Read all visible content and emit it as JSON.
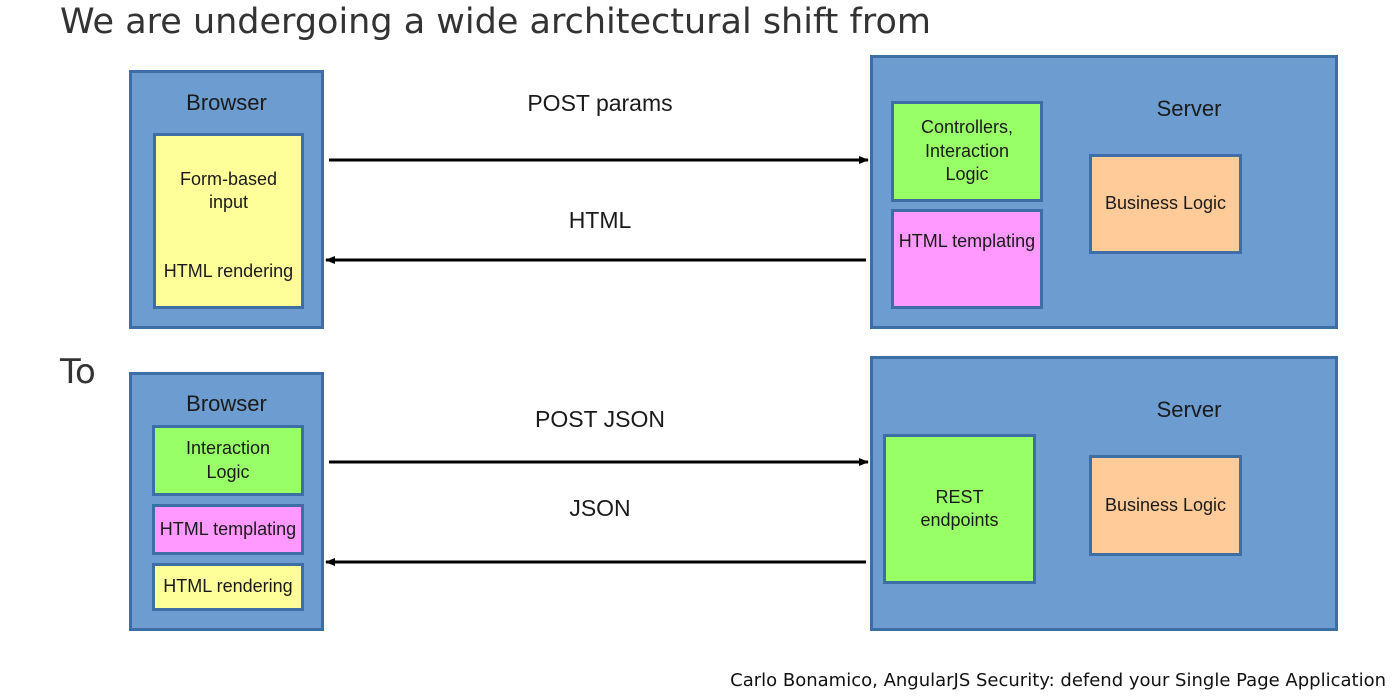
{
  "title": "We are undergoing a wide architectural shift from",
  "to_label": "To",
  "credit": "Carlo Bonamico, AngularJS Security: defend your Single Page Application",
  "before": {
    "browser": {
      "title": "Browser",
      "form_input": "Form-based input",
      "rendering": "HTML rendering"
    },
    "server": {
      "title": "Server",
      "controllers": "Controllers, Interaction Logic",
      "templating": "HTML templating",
      "business": "Business Logic"
    },
    "request_label": "POST params",
    "response_label": "HTML"
  },
  "after": {
    "browser": {
      "title": "Browser",
      "interaction": "Interaction Logic",
      "templating": "HTML templating",
      "rendering": "HTML rendering"
    },
    "server": {
      "title": "Server",
      "rest": "REST endpoints",
      "business": "Business Logic"
    },
    "request_label": "POST JSON",
    "response_label": "JSON"
  },
  "colors": {
    "panel": "#6d9dd0",
    "panel_border": "#3d6fa6",
    "yellow": "#ffff99",
    "green": "#99ff66",
    "pink": "#ff99ff",
    "orange": "#ffcc99"
  }
}
